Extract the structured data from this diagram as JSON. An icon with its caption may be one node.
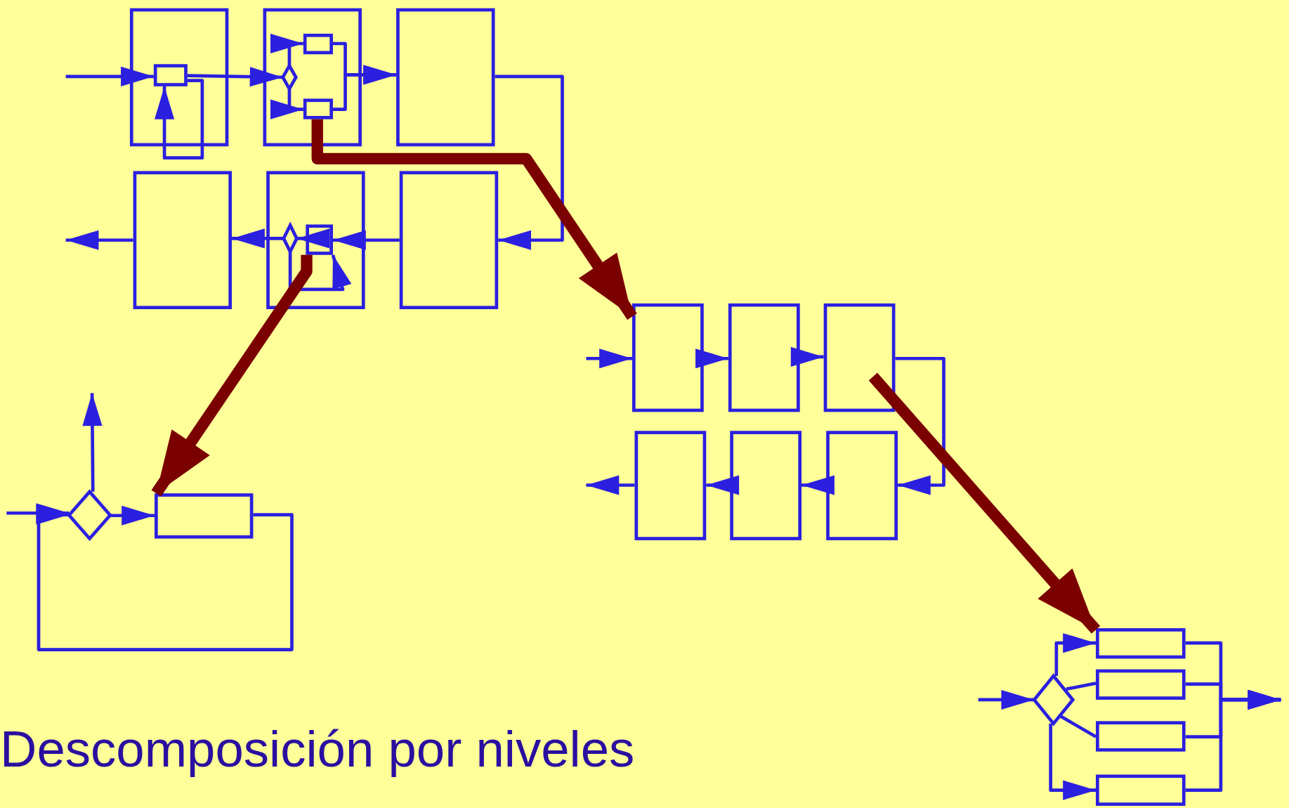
{
  "diagram": {
    "caption": "Descomposición por niveles",
    "nodes": [
      {
        "text": [],
        "shape": "box"
      },
      {
        "text": [],
        "shape": "box",
        "in": 0
      },
      {
        "text": [],
        "shape": "box"
      },
      {
        "text": [],
        "shape": "diamond",
        "in": 2
      },
      {
        "text": [],
        "shape": "box",
        "in": 2
      },
      {
        "text": [],
        "shape": "box",
        "in": 2
      },
      {
        "text": [],
        "shape": "box"
      },
      {
        "text": [],
        "shape": "box"
      },
      {
        "text": [],
        "shape": "box"
      },
      {
        "text": [],
        "shape": "diamond",
        "in": 8
      },
      {
        "text": [],
        "shape": "box",
        "in": 8
      },
      {
        "text": [],
        "shape": "box"
      },
      {
        "text": [],
        "shape": "box"
      },
      {
        "text": [],
        "shape": "box"
      },
      {
        "text": [],
        "shape": "box"
      },
      {
        "text": [],
        "shape": "diamond"
      },
      {
        "text": [],
        "shape": "box"
      },
      {
        "text": [],
        "shape": "box"
      },
      {
        "text": [],
        "shape": "box"
      },
      {
        "text": [],
        "shape": "box"
      },
      {
        "text": [],
        "shape": "diamond"
      },
      {
        "text": [],
        "shape": "box"
      },
      {
        "text": [],
        "shape": "box"
      },
      {
        "text": [],
        "shape": "box"
      },
      {
        "text": [],
        "shape": "box"
      }
    ],
    "edges": [
      {
        "from": null,
        "to": 1,
        "arrow": "to"
      },
      {
        "from": 1,
        "to": 1,
        "arrow": "to"
      },
      {
        "from": 1,
        "to": 3,
        "arrow": "to"
      },
      {
        "from": 3,
        "to": 4,
        "arrow": "to"
      },
      {
        "from": 3,
        "to": 5,
        "arrow": "to"
      },
      {
        "from": 4,
        "to": 6,
        "arrow": "to"
      },
      {
        "from": 5,
        "to": 6,
        "arrow": "to"
      },
      {
        "from": 6,
        "to": 11,
        "arrow": "to"
      },
      {
        "from": 11,
        "to": 10,
        "arrow": "to"
      },
      {
        "from": 10,
        "to": 9,
        "arrow": "to"
      },
      {
        "from": 9,
        "to": 10,
        "arrow": "to"
      },
      {
        "from": 9,
        "to": 7,
        "arrow": "to"
      },
      {
        "from": 7,
        "to": null,
        "arrow": "to"
      },
      {
        "from": null,
        "to": 12,
        "arrow": "to"
      },
      {
        "from": 12,
        "to": 13,
        "arrow": "to"
      },
      {
        "from": 13,
        "to": 14,
        "arrow": "to"
      },
      {
        "from": 14,
        "to": 19,
        "arrow": "to"
      },
      {
        "from": 19,
        "to": 18,
        "arrow": "to"
      },
      {
        "from": 18,
        "to": 17,
        "arrow": "to"
      },
      {
        "from": 17,
        "to": null,
        "arrow": "to"
      },
      {
        "from": null,
        "to": 15,
        "arrow": "to"
      },
      {
        "from": 15,
        "to": null,
        "arrow": "to"
      },
      {
        "from": 15,
        "to": 16,
        "arrow": "to"
      },
      {
        "from": 16,
        "to": 15,
        "arrow": "to"
      },
      {
        "from": null,
        "to": 20,
        "arrow": "to"
      },
      {
        "from": 20,
        "to": 21,
        "arrow": "to"
      },
      {
        "from": 20,
        "to": 22,
        "arrow": "none"
      },
      {
        "from": 20,
        "to": 23,
        "arrow": "none"
      },
      {
        "from": 20,
        "to": 24,
        "arrow": "to"
      },
      {
        "from": 21,
        "to": null,
        "arrow": "to"
      },
      {
        "from": 22,
        "to": null,
        "arrow": "to"
      },
      {
        "from": 23,
        "to": null,
        "arrow": "to"
      },
      {
        "from": 24,
        "to": null,
        "arrow": "to"
      },
      {
        "from": 5,
        "to": 12,
        "arrow": "to",
        "style": "thick",
        "color": "#7b0000"
      },
      {
        "from": 10,
        "to": 16,
        "arrow": "to",
        "style": "thick",
        "color": "#7b0000"
      },
      {
        "from": 14,
        "to": 21,
        "arrow": "to",
        "style": "thick",
        "color": "#7b0000"
      }
    ]
  }
}
